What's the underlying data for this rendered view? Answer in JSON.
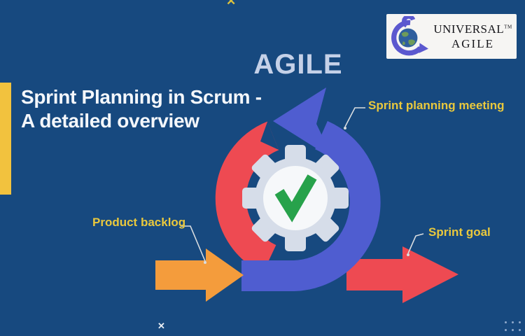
{
  "colors": {
    "bg": "#17497f",
    "accent-bar": "#f2c23e",
    "title": "#f4f7fb",
    "agile-heading": "#c5d1e8",
    "label": "#e9c83d",
    "red": "#ee4a52",
    "blue": "#4f5dd0",
    "orange": "#f49c3c",
    "gear": "#d6dde9",
    "gear-center": "#f6f8fa",
    "check": "#27a24b",
    "connector": "#d9dde0",
    "cross-top": "#ddc23d",
    "cross-bottom": "#e8eef5",
    "dots": "#8fa9cc",
    "logo-bg": "#f6f5f3",
    "logo-swirl": "#5b58cf",
    "logo-text": "#15151a",
    "globe": "#2f5f9e",
    "globe-land": "#6f9b59"
  },
  "title": {
    "line1": "Sprint Planning in Scrum -",
    "line2": "A detailed overview"
  },
  "heading": "AGILE",
  "logo": {
    "line1": "UNIVERSAL",
    "trademark": "TM",
    "line2": "AGILE"
  },
  "labels": {
    "sprint_planning_meeting": "Sprint planning meeting",
    "product_backlog": "Product backlog",
    "sprint_goal": "Sprint goal"
  },
  "decorations": {
    "top_cross": "✕",
    "bottom_cross": "✕"
  },
  "icons": {
    "center": "gear-with-green-check-icon",
    "logo": "globe-with-swirl-arrow-icon"
  }
}
